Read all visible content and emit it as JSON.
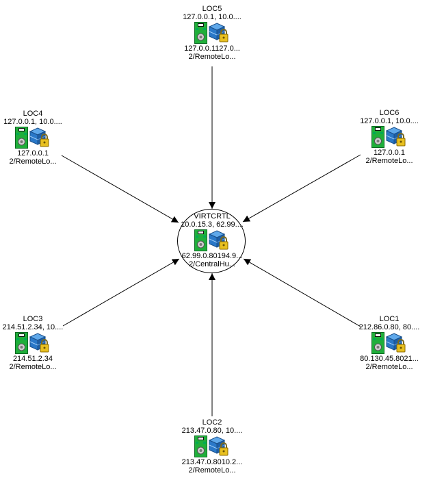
{
  "hub": {
    "name": "VIRTCRTL",
    "addresses": "10.0.15.3, 62.99....",
    "links": "62.99.0.80194.9...",
    "role": "2/CentralHu..."
  },
  "nodes": [
    {
      "name": "LOC5",
      "addresses": "127.0.0.1, 10.0....",
      "links": "127.0.0.1127.0...",
      "role": "2/RemoteLo..."
    },
    {
      "name": "LOC4",
      "addresses": "127.0.0.1, 10.0....",
      "links": "127.0.0.1",
      "role": "2/RemoteLo..."
    },
    {
      "name": "LOC6",
      "addresses": "127.0.0.1, 10.0....",
      "links": "127.0.0.1",
      "role": "2/RemoteLo..."
    },
    {
      "name": "LOC3",
      "addresses": "214.51.2.34, 10....",
      "links": "214.51.2.34",
      "role": "2/RemoteLo..."
    },
    {
      "name": "LOC1",
      "addresses": "212.86.0.80, 80....",
      "links": "80.130.45.8021...",
      "role": "2/RemoteLo..."
    },
    {
      "name": "LOC2",
      "addresses": "213.47.0.80, 10....",
      "links": "213.47.0.8010.2...",
      "role": "2/RemoteLo..."
    }
  ],
  "edges": [
    {
      "from": "LOC5",
      "to": "VIRTCRTL"
    },
    {
      "from": "LOC4",
      "to": "VIRTCRTL"
    },
    {
      "from": "LOC6",
      "to": "VIRTCRTL"
    },
    {
      "from": "LOC3",
      "to": "VIRTCRTL"
    },
    {
      "from": "LOC1",
      "to": "VIRTCRTL"
    },
    {
      "from": "LOC2",
      "to": "VIRTCRTL"
    }
  ],
  "icons": [
    "network-card-icon",
    "database-lock-icon"
  ],
  "colors": {
    "card": "#1fae3a",
    "cube": "#2a78c8",
    "lock": "#e8c020",
    "edge": "#000000"
  }
}
